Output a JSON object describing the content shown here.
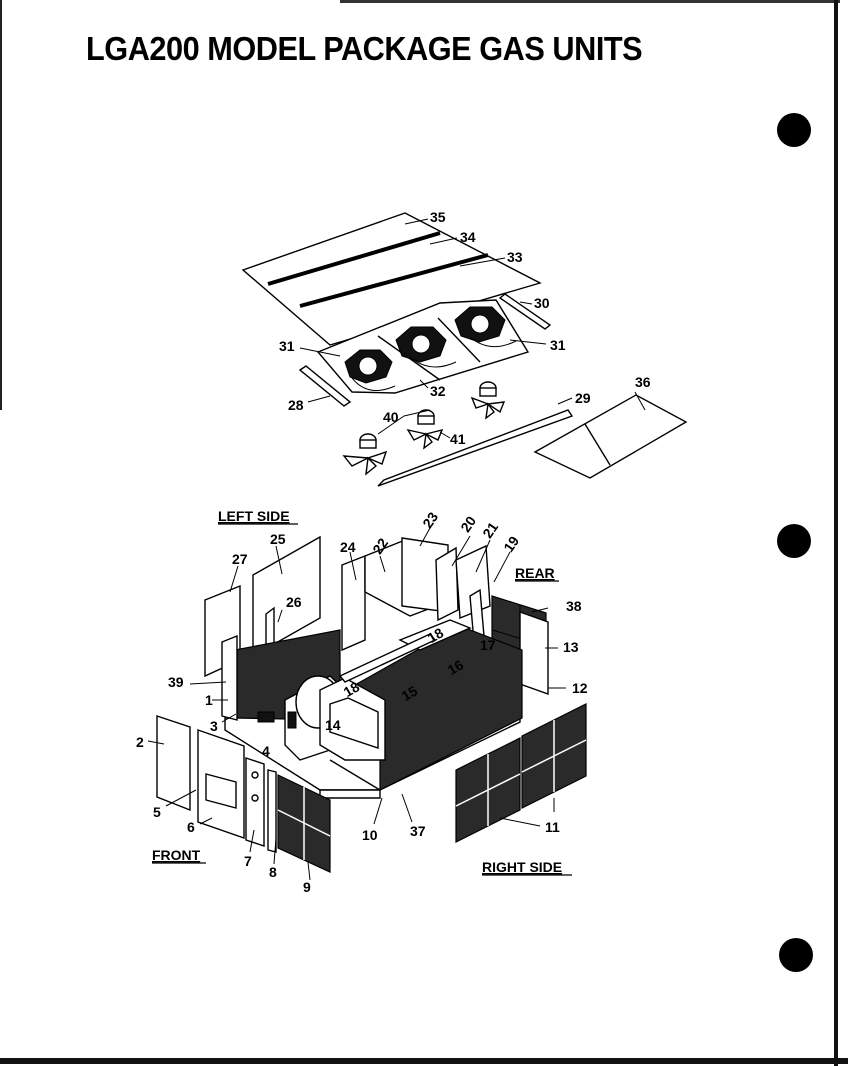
{
  "title": "LGA200 MODEL PACKAGE GAS UNITS",
  "sections": {
    "left_side": "LEFT SIDE",
    "rear": "REAR",
    "front": "FRONT",
    "right_side": "RIGHT SIDE"
  },
  "part_numbers": [
    "35",
    "34",
    "33",
    "30",
    "31",
    "31",
    "32",
    "28",
    "40",
    "41",
    "29",
    "36",
    "23",
    "20",
    "21",
    "19",
    "24",
    "22",
    "27",
    "25",
    "26",
    "38",
    "13",
    "12",
    "39",
    "1",
    "3",
    "4",
    "18",
    "16",
    "17",
    "18",
    "15",
    "14",
    "2",
    "5",
    "6",
    "7",
    "8",
    "9",
    "10",
    "37",
    "11"
  ]
}
